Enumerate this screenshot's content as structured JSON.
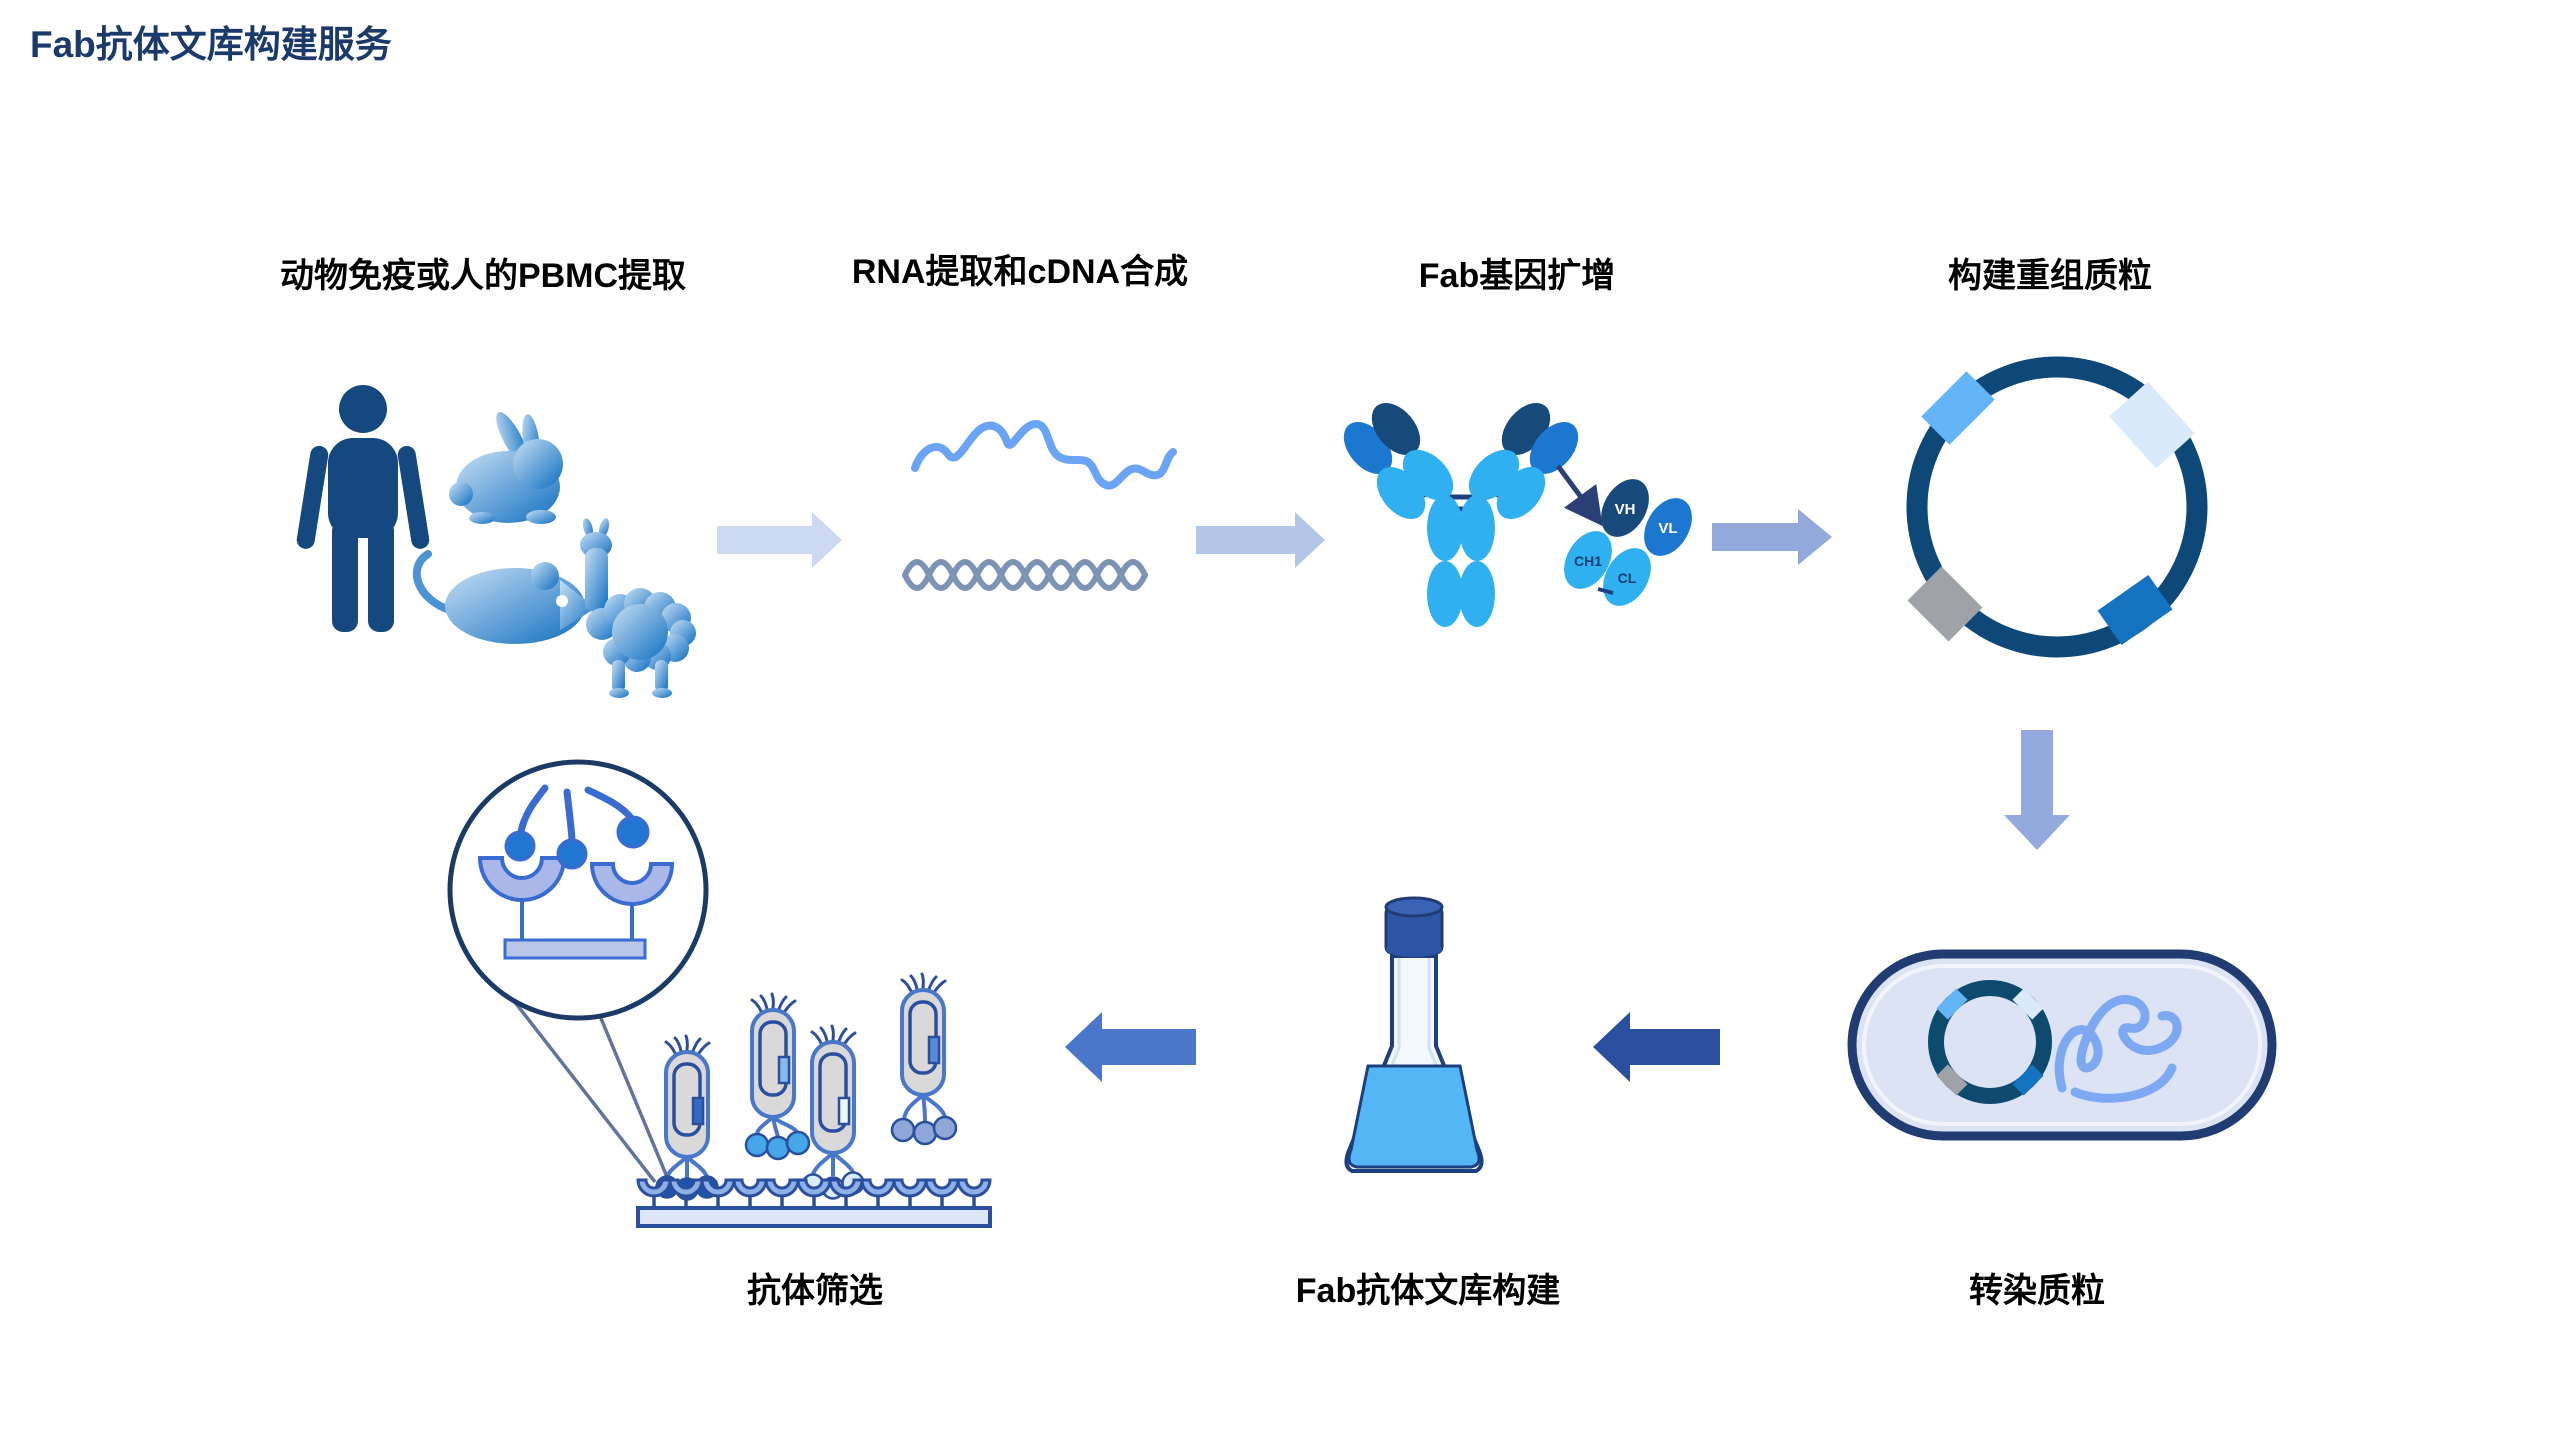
{
  "page": {
    "title": "Fab抗体文库构建服务"
  },
  "steps": [
    {
      "order": 1,
      "label": "动物免疫或人的PBMC提取",
      "illustration": "human-and-animals"
    },
    {
      "order": 2,
      "label": "RNA提取和cDNA合成",
      "illustration": "rna-and-dna-strands"
    },
    {
      "order": 3,
      "label": "Fab基因扩增",
      "illustration": "antibody-with-fab-fragment"
    },
    {
      "order": 4,
      "label": "构建重组质粒",
      "illustration": "plasmid-ring"
    },
    {
      "order": 5,
      "label": "转染质粒",
      "illustration": "bacterium-with-plasmid"
    },
    {
      "order": 6,
      "label": "Fab抗体文库构建",
      "illustration": "culture-flask"
    },
    {
      "order": 7,
      "label": "抗体筛选",
      "illustration": "phage-display-screening"
    }
  ],
  "fab_domains": {
    "vh": "VH",
    "vl": "VL",
    "ch1": "CH1",
    "cl": "CL"
  },
  "icons": [
    "human-icon",
    "rabbit-icon",
    "mouse-icon",
    "alpaca-icon",
    "rna-strand-icon",
    "dna-helix-icon",
    "antibody-icon",
    "fab-fragment-icon",
    "plasmid-icon",
    "bacterium-icon",
    "chromosome-squiggle-icon",
    "flask-icon",
    "magnifier-circle-icon",
    "receptor-icon",
    "phage-icon",
    "screening-plate-icon",
    "arrow-right-icon",
    "arrow-left-icon",
    "arrow-down-icon"
  ],
  "colors": {
    "title_text": "#1b3a6b",
    "step_label_text": "#000000",
    "deep_navy": "#14487f",
    "antibody_vh": "#17497b",
    "antibody_vl": "#1b77cf",
    "antibody_light_chain": "#2fb0f0",
    "arrow_pale": "#ccd9f0",
    "arrow_light": "#b3c6e8",
    "arrow_periwinkle": "#93a9dc",
    "arrow_down": "#94aade",
    "arrow_blue": "#4a77c9",
    "arrow_deep_blue": "#2b4f9e",
    "plasmid_ring": "#0e4878",
    "plasmid_site_light_blue": "#64b5f7",
    "plasmid_site_pale_blue": "#d9eafc",
    "plasmid_site_gray": "#9fa3a7",
    "plasmid_site_blue": "#1373c0",
    "cell_fill": "#dbe3f5",
    "cell_border": "#203c73",
    "chromosome_squiggle": "#7fa8f2",
    "flask_cap": "#2e55a5",
    "flask_liquid": "#55b6f5",
    "rna_strand": "#6ba3f7",
    "dna_strand": "#7d93b5",
    "receptor_fill": "#a9b8e8",
    "receptor_stroke": "#3a6bd0",
    "phage_body": "#d9d9d9",
    "phage_outline": "#4a77c9",
    "plate_bar": "#dce6f6"
  }
}
